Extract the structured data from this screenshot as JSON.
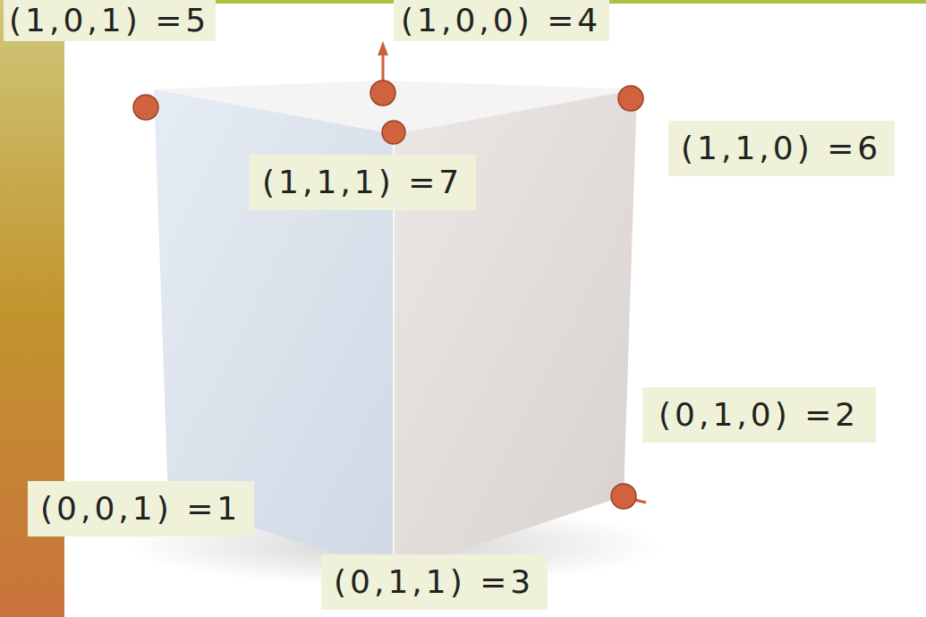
{
  "diagram": {
    "nodes": [
      {
        "text": [
          "(1,0,1) =5"
        ]
      },
      {
        "text": [
          "(1,0,0) =4"
        ]
      },
      {
        "text": [
          "(1,1,0) =6"
        ]
      },
      {
        "text": [
          "(1,1,1) =7"
        ]
      },
      {
        "text": [
          "(0,1,0) =2"
        ]
      },
      {
        "text": [
          "(0,0,1) =1"
        ]
      },
      {
        "text": [
          "(0,1,1) =3"
        ]
      }
    ]
  }
}
